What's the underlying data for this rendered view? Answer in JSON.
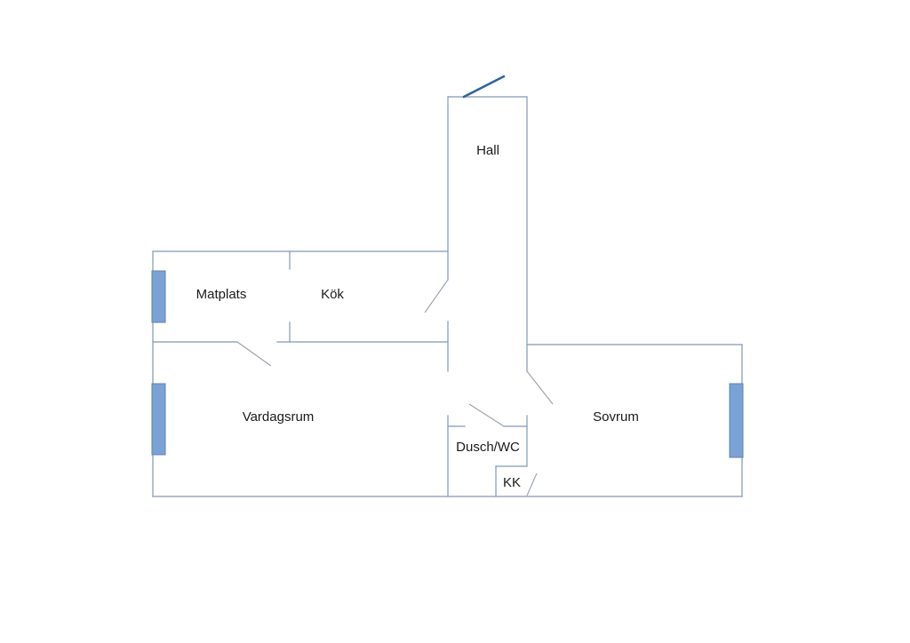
{
  "plan": {
    "type": "apartment-floor-plan",
    "language": "sv",
    "rooms": [
      {
        "id": "hall",
        "label": "Hall"
      },
      {
        "id": "matplats",
        "label": "Matplats"
      },
      {
        "id": "kok",
        "label": "Kök"
      },
      {
        "id": "vardagsrum",
        "label": "Vardagsrum"
      },
      {
        "id": "sovrum",
        "label": "Sovrum"
      },
      {
        "id": "dusch-wc",
        "label": "Dusch/WC"
      },
      {
        "id": "kk",
        "label": "KK"
      }
    ],
    "features": {
      "windows": [
        "matplats-window",
        "vardagsrum-window",
        "sovrum-window"
      ],
      "doors": [
        "entrance-door",
        "kok-door",
        "vardagsrum-door",
        "sovrum-door",
        "duschwc-door",
        "kk-door"
      ]
    }
  },
  "colors": {
    "background": "#ffffff",
    "wall": "#8298b5",
    "door": "#9aa2aa",
    "entry_door": "#2e639e",
    "window_fill": "#7aa2d4",
    "window_border": "#5f84ad",
    "label": "#1a1a1a"
  }
}
